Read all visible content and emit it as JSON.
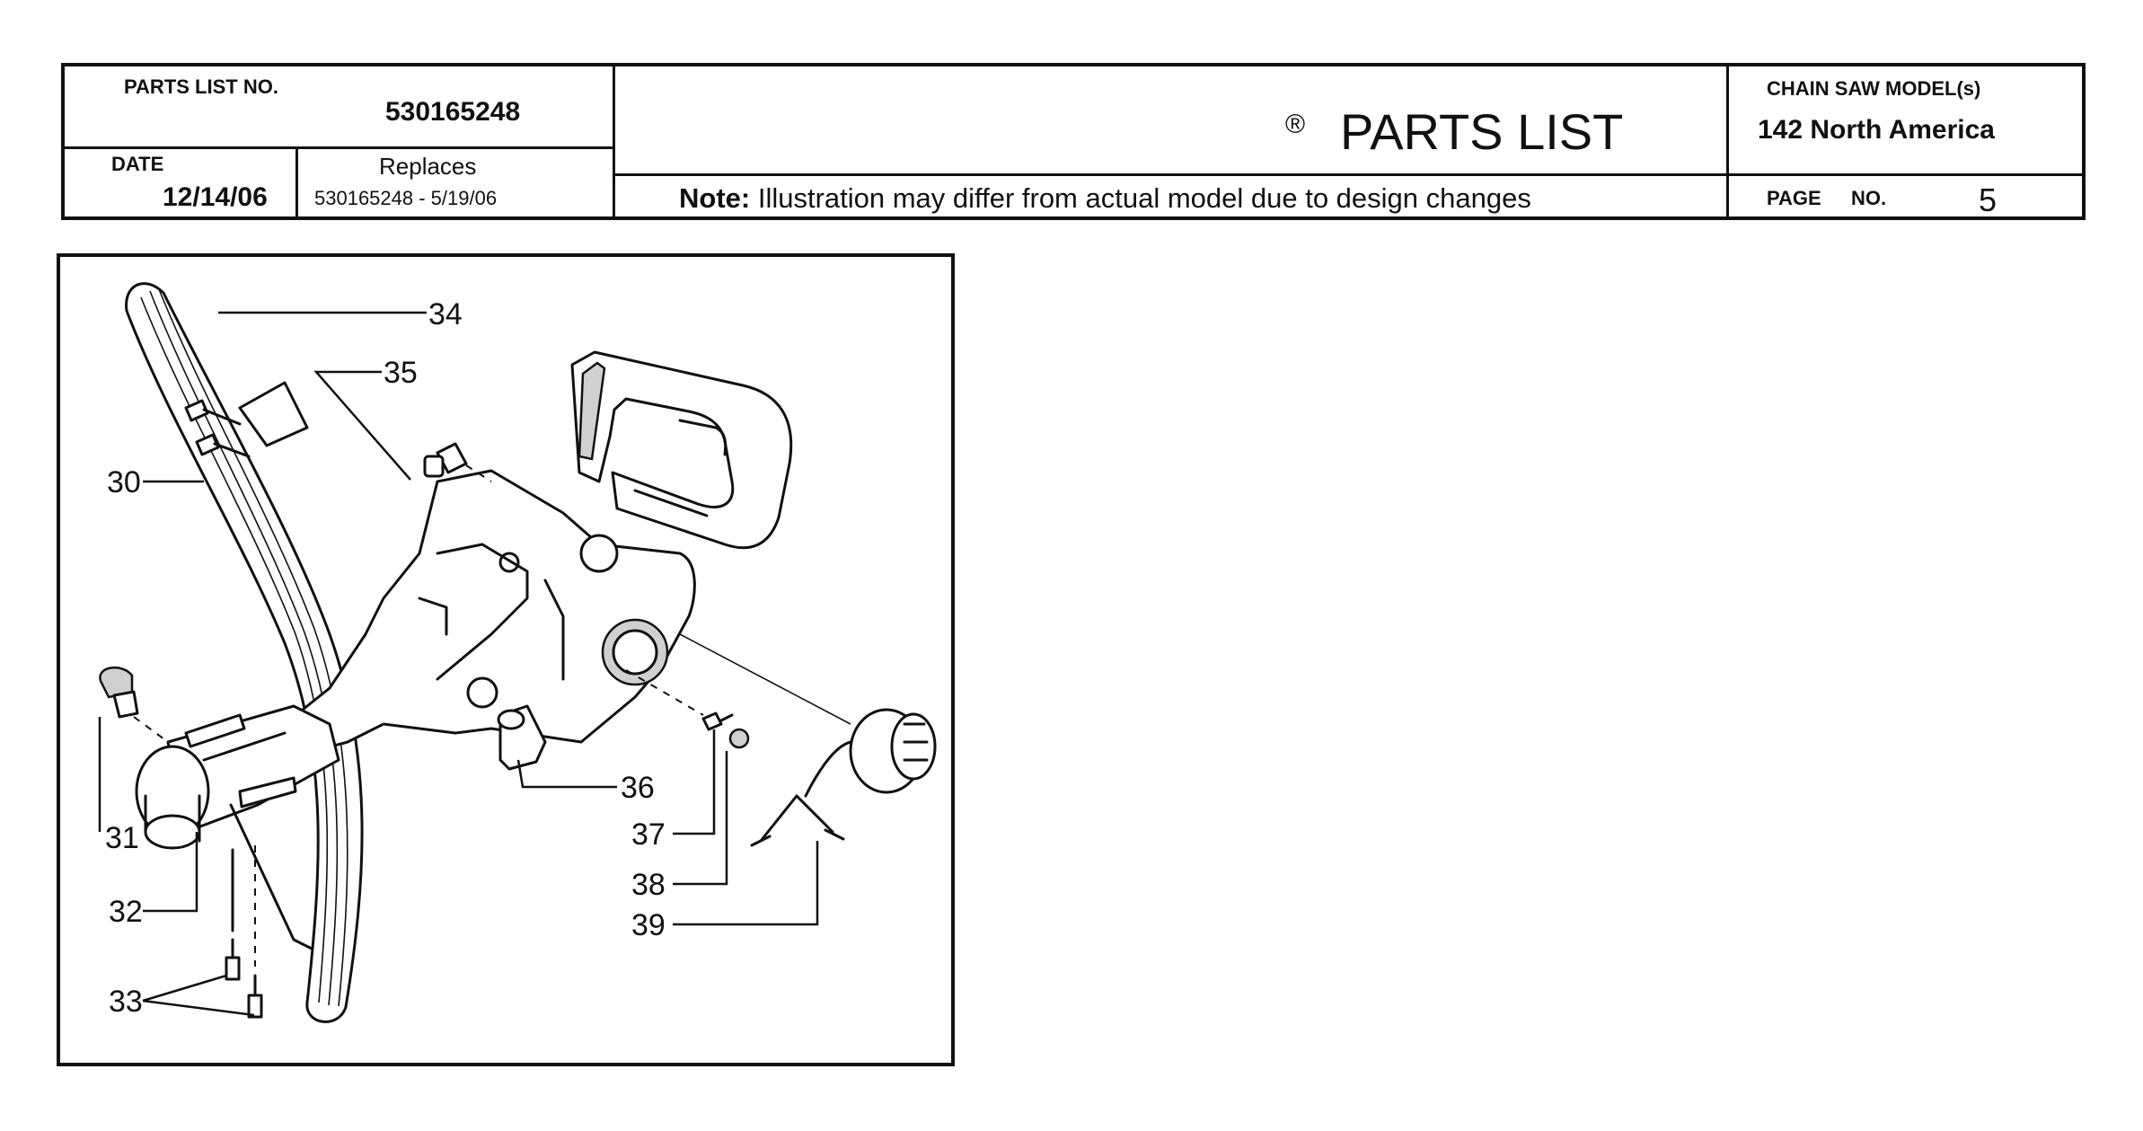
{
  "header": {
    "parts_list_no_label": "PARTS LIST NO.",
    "parts_list_no": "530165248",
    "date_label": "DATE",
    "date": "12/14/06",
    "replaces_label": "Replaces",
    "replaces_value": "530165248 - 5/19/06",
    "registered_mark": "®",
    "title": "PARTS LIST",
    "note_label": "Note:",
    "note_text": " Illustration may differ from actual model due to design changes",
    "model_label": "CHAIN SAW MODEL(s)",
    "model": "142 North America",
    "page_label": "PAGE",
    "page_no_label": "NO.",
    "page_no": "5"
  },
  "diagram": {
    "callouts": [
      "34",
      "35",
      "30",
      "31",
      "32",
      "33",
      "36",
      "37",
      "38",
      "39"
    ]
  }
}
